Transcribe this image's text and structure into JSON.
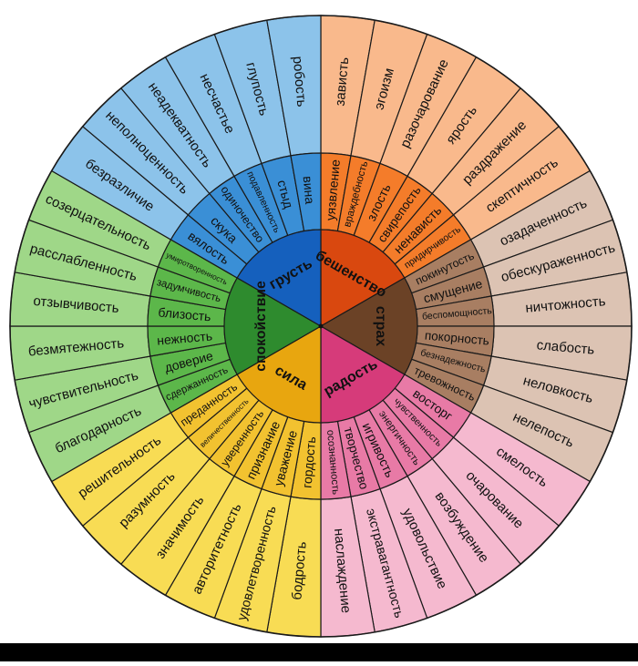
{
  "wheel": {
    "stroke": "#1a1a1a",
    "sectors": [
      {
        "core": "бешенство",
        "colors": {
          "core": "#d9480f",
          "mid": "#f47c2a",
          "outer": "#f9b98c"
        },
        "mid": [
          "уязвление",
          "враждебность",
          "злость",
          "свирепость",
          "ненависть",
          "придирчивость"
        ],
        "outer": [
          "зависть",
          "эгоизм",
          "разочарование",
          "ярость",
          "раздражение",
          "скептичность"
        ]
      },
      {
        "core": "страх",
        "colors": {
          "core": "#6b4226",
          "mid": "#a87e62",
          "outer": "#dcc3b3"
        },
        "mid": [
          "покинутость",
          "смущение",
          "беспомощность",
          "покорность",
          "безнадежность",
          "тревожность"
        ],
        "outer": [
          "озадаченность",
          "обескураженность",
          "ничтожность",
          "слабость",
          "неловкость",
          "нелепость"
        ]
      },
      {
        "core": "радость",
        "colors": {
          "core": "#d63b7a",
          "mid": "#e87aa6",
          "outer": "#f5b9cf"
        },
        "mid": [
          "восторг",
          "чувственность",
          "энергичность",
          "игривость",
          "творчество",
          "осознанность"
        ],
        "outer": [
          "смелость",
          "очарование",
          "возбуждение",
          "удовольствие",
          "экстравагантность",
          "наслаждение"
        ]
      },
      {
        "core": "сила",
        "colors": {
          "core": "#e8a60f",
          "mid": "#f2c230",
          "outer": "#f8dc54"
        },
        "mid": [
          "гордость",
          "уважение",
          "признание",
          "уверенность",
          "величественность",
          "преданность"
        ],
        "outer": [
          "бодрость",
          "удовлетворенность",
          "авторитетность",
          "значимость",
          "разумность",
          "решительность"
        ]
      },
      {
        "core": "спокойствие",
        "colors": {
          "core": "#2e8b2e",
          "mid": "#5cb74a",
          "outer": "#9fd788"
        },
        "mid": [
          "сдержанность",
          "доверие",
          "нежность",
          "близость",
          "задумчивость",
          "умиротворенность"
        ],
        "outer": [
          "благодарность",
          "чувствительность",
          "безмятежность",
          "отзывчивость",
          "расслабленность",
          "созерцательность"
        ]
      },
      {
        "core": "грусть",
        "colors": {
          "core": "#1560bd",
          "mid": "#3a8fd6",
          "outer": "#8cc3ea"
        },
        "mid": [
          "вялость",
          "скука",
          "одиночество",
          "подавленность",
          "стыд",
          "вина"
        ],
        "outer": [
          "безразличие",
          "неполноценность",
          "неадекватность",
          "несчастье",
          "глупость",
          "робость"
        ]
      }
    ]
  }
}
